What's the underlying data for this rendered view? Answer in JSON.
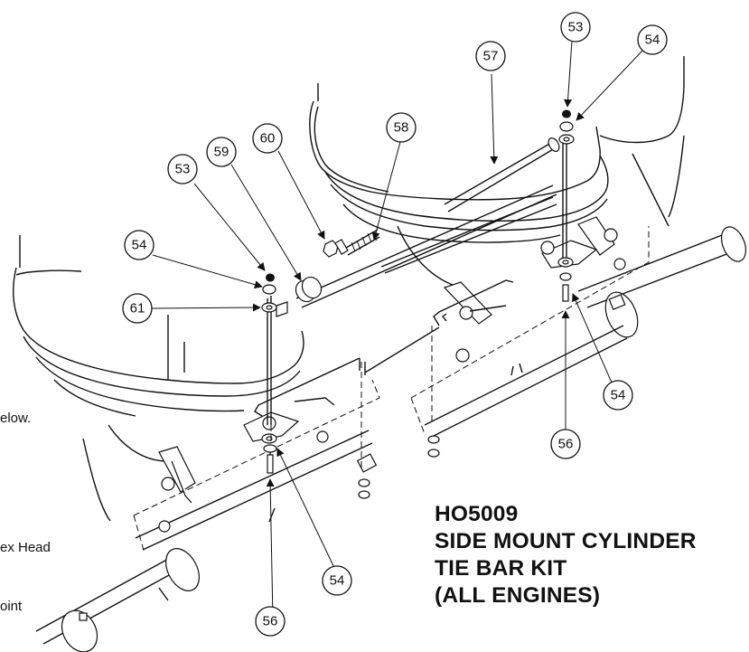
{
  "title": {
    "code": "HO5009",
    "line1": "SIDE MOUNT CYLINDER",
    "line2": "TIE BAR KIT",
    "line3": "(ALL ENGINES)"
  },
  "clipped_text": {
    "below": "elow.",
    "hex_head": "ex Head",
    "joint": "oint"
  },
  "callouts": [
    "53",
    "54",
    "57",
    "58",
    "53",
    "59",
    "60",
    "54",
    "61",
    "54",
    "56",
    "54",
    "56"
  ]
}
